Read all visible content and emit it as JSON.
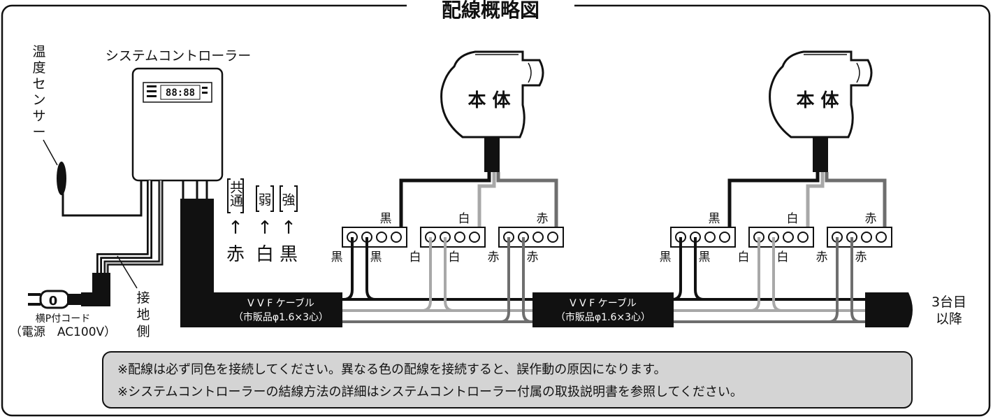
{
  "title": "配線概略図",
  "controller": {
    "label": "システムコントローラー",
    "display_text": "88:88"
  },
  "sensor_label": [
    "温",
    "度",
    "セ",
    "ン",
    "サ",
    "ー"
  ],
  "plug": {
    "glyph": "0",
    "line1": "横P付コード",
    "line2": "（電源　AC100V）"
  },
  "ground_side": [
    "接",
    "地",
    "側"
  ],
  "legend": [
    {
      "bracket": "共通",
      "color_name": "赤"
    },
    {
      "bracket": "弱",
      "color_name": "白"
    },
    {
      "bracket": "強",
      "color_name": "黒"
    }
  ],
  "units": [
    {
      "label": "本 体"
    },
    {
      "label": "本 体"
    }
  ],
  "terminal_labels": {
    "black": "黒",
    "white": "白",
    "red": "赤"
  },
  "cables": [
    {
      "line1": "V V F ケーブル",
      "line2": "（市販品φ1.6×3心）"
    },
    {
      "line1": "V V F ケーブル",
      "line2": "（市販品φ1.6×3心）"
    }
  ],
  "continuation": {
    "line1": "3台目",
    "line2": "以降"
  },
  "notes": [
    "※配線は必ず同色を接続してください。異なる色の配線を接続すると、誤作動の原因になります。",
    "※システムコントローラーの結線方法の詳細はシステムコントローラー付属の取扱説明書を参照してください。"
  ],
  "colors": {
    "black_wire": "#111111",
    "white_wire": "#a8a8a8",
    "red_wire": "#6e6e6e",
    "note_bg": "#d4d4d4"
  }
}
